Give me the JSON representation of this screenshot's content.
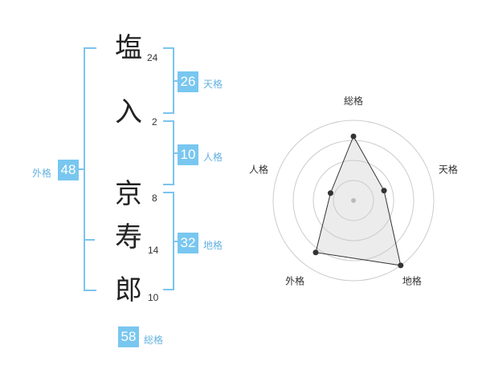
{
  "name": {
    "chars": [
      {
        "char": "塩",
        "strokes": "24"
      },
      {
        "char": "入",
        "strokes": "2"
      },
      {
        "char": "京",
        "strokes": "8"
      },
      {
        "char": "寿",
        "strokes": "14"
      },
      {
        "char": "郎",
        "strokes": "10"
      }
    ]
  },
  "fortune": {
    "tenkaku": {
      "value": "26",
      "label": "天格"
    },
    "jinkaku": {
      "value": "10",
      "label": "人格"
    },
    "chikaku": {
      "value": "32",
      "label": "地格"
    },
    "gaikaku": {
      "value": "48",
      "label": "外格"
    },
    "soukaku": {
      "value": "58",
      "label": "総格"
    }
  },
  "colors": {
    "accent": "#79c7f0",
    "bracket": "#7cc4ee"
  },
  "chart_data": {
    "type": "radar",
    "axes": [
      "総格",
      "天格",
      "地格",
      "外格",
      "人格"
    ],
    "values": [
      0.8,
      0.4,
      1.0,
      0.8,
      0.3
    ],
    "range": [
      0,
      1
    ]
  }
}
